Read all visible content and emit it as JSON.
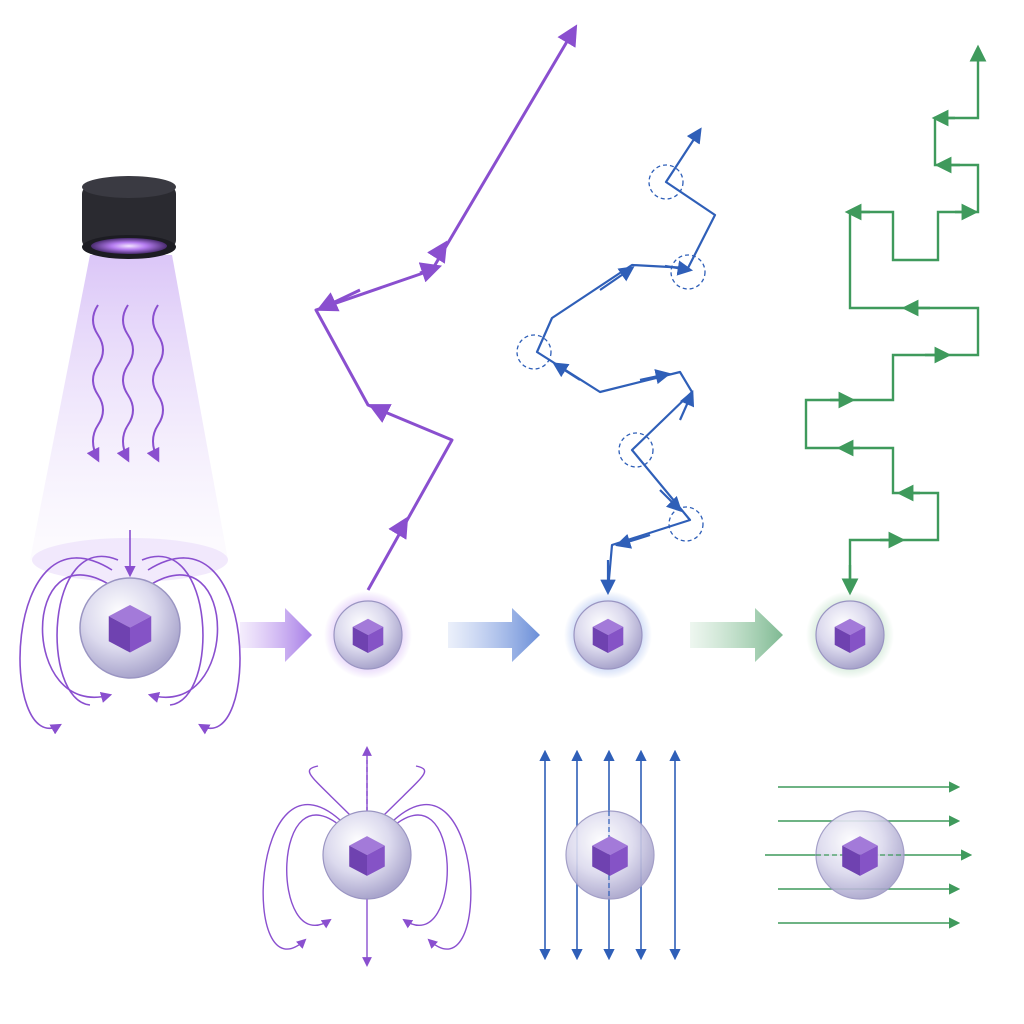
{
  "colors": {
    "purple": "#8a4fcf",
    "blue": "#2f5fb8",
    "green": "#3f9a5c",
    "particle_core": "#7a4cc2",
    "particle_shell": "#c9c6e4",
    "lamp_body": "#2a2a30",
    "lamp_glow": "#b57cf0",
    "beam": "#d9c4f7"
  },
  "icons": {
    "light_source": "uv-lamp-icon",
    "photons": "wavy-arrow-icon",
    "particle": "cube-in-sphere-icon",
    "stage_arrow": "block-arrow-right-icon"
  },
  "stages": [
    {
      "key": "illuminated",
      "color": "purple",
      "field": "dipole-loops"
    },
    {
      "key": "ballistic",
      "color": "purple",
      "path": "long-straight-segments",
      "field": "dipole-loops"
    },
    {
      "key": "diffusive",
      "color": "blue",
      "path": "random-walk-with-collisions",
      "field": "vertical-parallel-lines"
    },
    {
      "key": "stepwise",
      "color": "green",
      "path": "rectilinear-steps",
      "field": "horizontal-parallel-lines"
    }
  ]
}
